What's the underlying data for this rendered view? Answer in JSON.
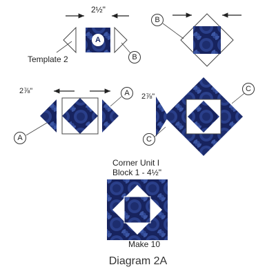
{
  "labels": {
    "a": "A",
    "b": "B",
    "c": "C",
    "template": "Template 2",
    "dim_top": "2½\"",
    "dim_a": "2⅞\"",
    "dim_c": "2⅞\"",
    "corner_line1": "Corner Unit I",
    "corner_line2": "Block 1 - 4½\"",
    "make": "Make 10"
  },
  "caption": "Diagram 2A",
  "colors": {
    "fabric_dark": "#17235e",
    "fabric_mid": "#2a3f8a",
    "fabric_light": "#4a67b5",
    "outline": "#444444"
  }
}
